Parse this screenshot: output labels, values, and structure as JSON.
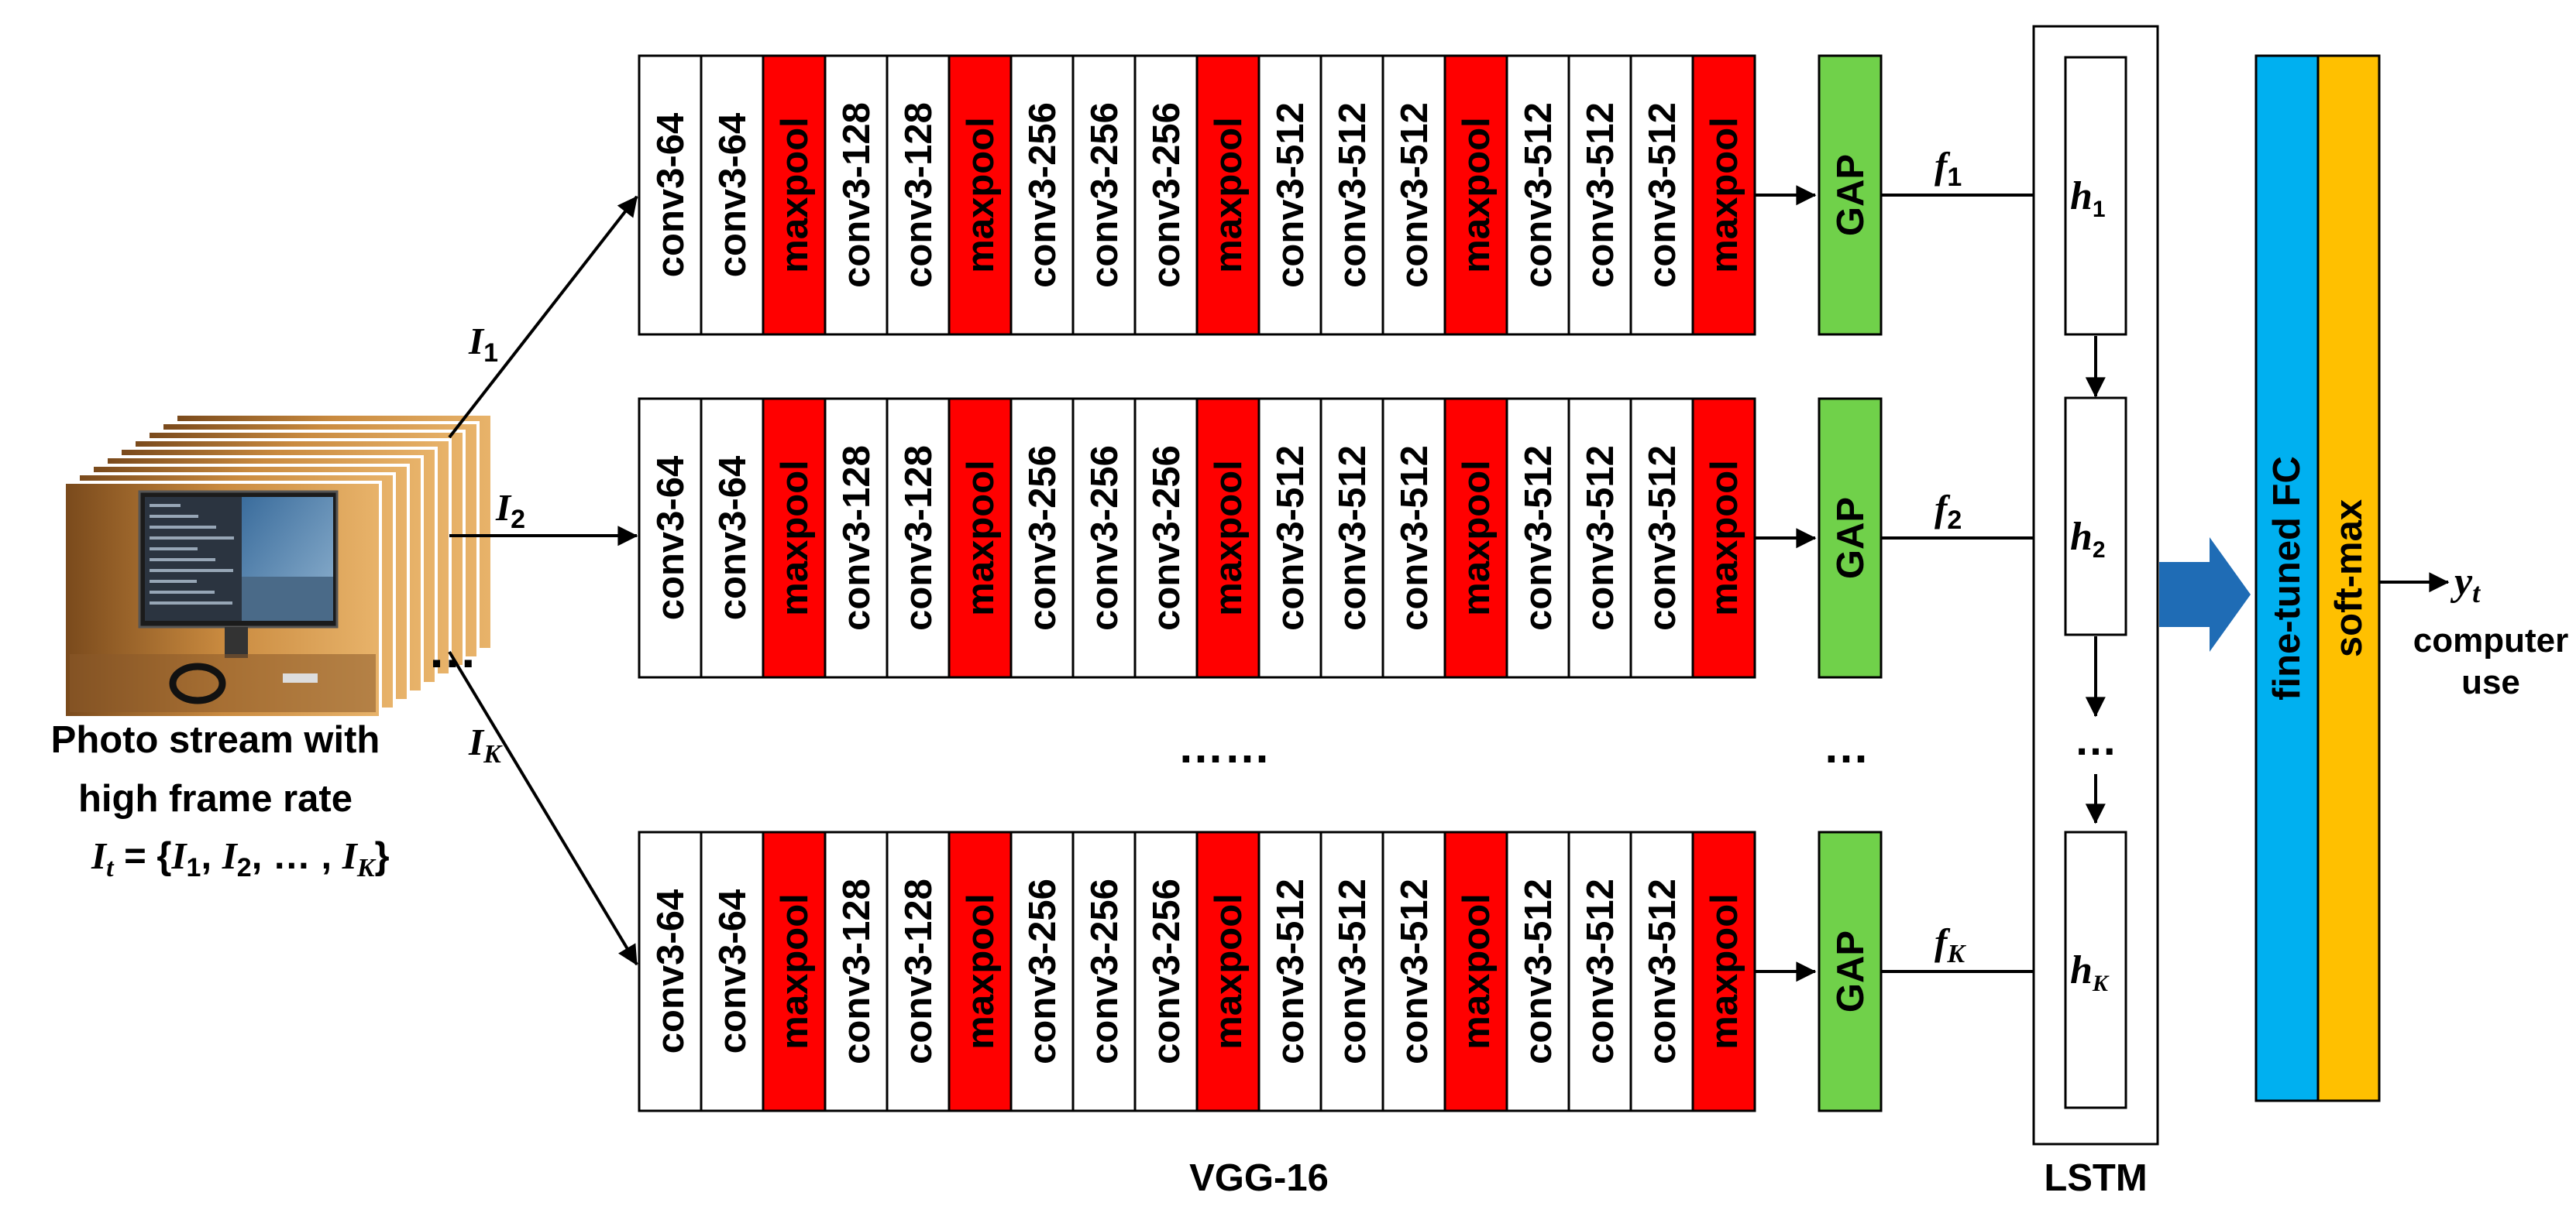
{
  "colors": {
    "conv": "#ffffff",
    "maxpool": "#ff0000",
    "gap": "#70d14a",
    "fc": "#00b0f0",
    "softmax": "#ffc000",
    "arrow_big": "#1f6cb5",
    "stroke": "#000000"
  },
  "input": {
    "caption_line1": "Photo stream with",
    "caption_line2": "high frame rate",
    "formula": {
      "lhs": "I",
      "lhs_sub": "t",
      "eq": " = {",
      "i1": "I",
      "i1_sub": "1",
      "sep1": ", ",
      "i2": "I",
      "i2_sub": "2",
      "sep2": ", … , ",
      "ik": "I",
      "ik_sub": "K",
      "close": "}"
    },
    "stack_ellipsis": "…",
    "image_icon": "monitor-desk-photo-stack-icon"
  },
  "branches": [
    {
      "input_label": "I",
      "input_sub": "1",
      "feature_label": "f",
      "feature_sub": "1",
      "hidden_label": "h",
      "hidden_sub": "1"
    },
    {
      "input_label": "I",
      "input_sub": "2",
      "feature_label": "f",
      "feature_sub": "2",
      "hidden_label": "h",
      "hidden_sub": "2"
    },
    {
      "input_label": "I",
      "input_sub": "K",
      "feature_label": "f",
      "feature_sub": "K",
      "hidden_label": "h",
      "hidden_sub": "K"
    }
  ],
  "vgg_layers": [
    {
      "label": "conv3-64",
      "kind": "conv"
    },
    {
      "label": "conv3-64",
      "kind": "conv"
    },
    {
      "label": "maxpool",
      "kind": "maxpool"
    },
    {
      "label": "conv3-128",
      "kind": "conv"
    },
    {
      "label": "conv3-128",
      "kind": "conv"
    },
    {
      "label": "maxpool",
      "kind": "maxpool"
    },
    {
      "label": "conv3-256",
      "kind": "conv"
    },
    {
      "label": "conv3-256",
      "kind": "conv"
    },
    {
      "label": "conv3-256",
      "kind": "conv"
    },
    {
      "label": "maxpool",
      "kind": "maxpool"
    },
    {
      "label": "conv3-512",
      "kind": "conv"
    },
    {
      "label": "conv3-512",
      "kind": "conv"
    },
    {
      "label": "conv3-512",
      "kind": "conv"
    },
    {
      "label": "maxpool",
      "kind": "maxpool"
    },
    {
      "label": "conv3-512",
      "kind": "conv"
    },
    {
      "label": "conv3-512",
      "kind": "conv"
    },
    {
      "label": "conv3-512",
      "kind": "conv"
    },
    {
      "label": "maxpool",
      "kind": "maxpool"
    }
  ],
  "gap_label": "GAP",
  "vgg_ellipsis": "……",
  "gap_ellipsis": "…",
  "lstm_ellipsis": "…",
  "vgg_caption": "VGG-16",
  "lstm_caption": "LSTM",
  "fc_label": "fine-tuned FC",
  "softmax_label": "soft-max",
  "output": {
    "var": "y",
    "var_sub": "t",
    "caption_line1": "computer",
    "caption_line2": "use"
  }
}
